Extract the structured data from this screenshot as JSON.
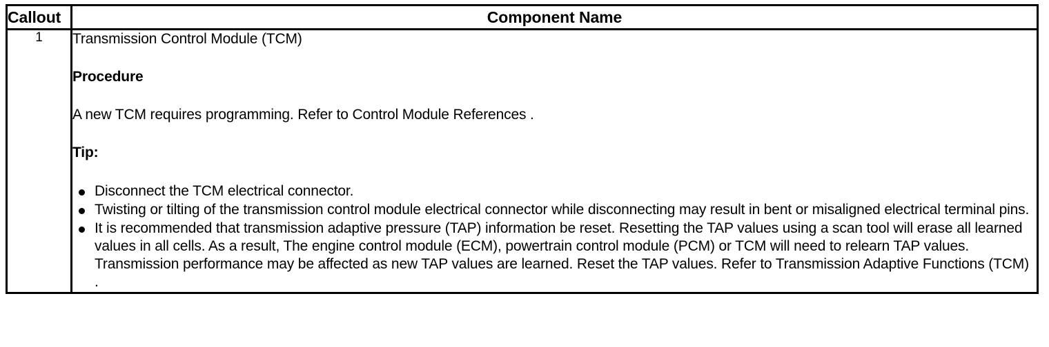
{
  "table": {
    "headers": {
      "callout": "Callout",
      "component_name": "Component Name"
    },
    "rows": [
      {
        "callout": "1",
        "title": "Transmission Control Module (TCM)",
        "procedure_heading": "Procedure",
        "procedure_text": "A new TCM requires programming. Refer to Control Module References .",
        "tip_heading": "Tip:",
        "tip_items": [
          "Disconnect the TCM electrical connector.",
          "Twisting or tilting of the transmission control module electrical connector while disconnecting may result in bent or misaligned electrical terminal pins.",
          "It is recommended that transmission adaptive pressure (TAP) information be reset. Resetting the TAP values using a scan tool will erase all learned values in all cells. As a result, The engine control module (ECM), powertrain control module (PCM) or TCM will need to relearn TAP values. Transmission performance may be affected as new TAP values are learned. Reset the TAP values. Refer to Transmission Adaptive Functions (TCM) ."
        ]
      }
    ]
  },
  "colors": {
    "border": "#000000",
    "text": "#000000",
    "background": "#ffffff"
  }
}
